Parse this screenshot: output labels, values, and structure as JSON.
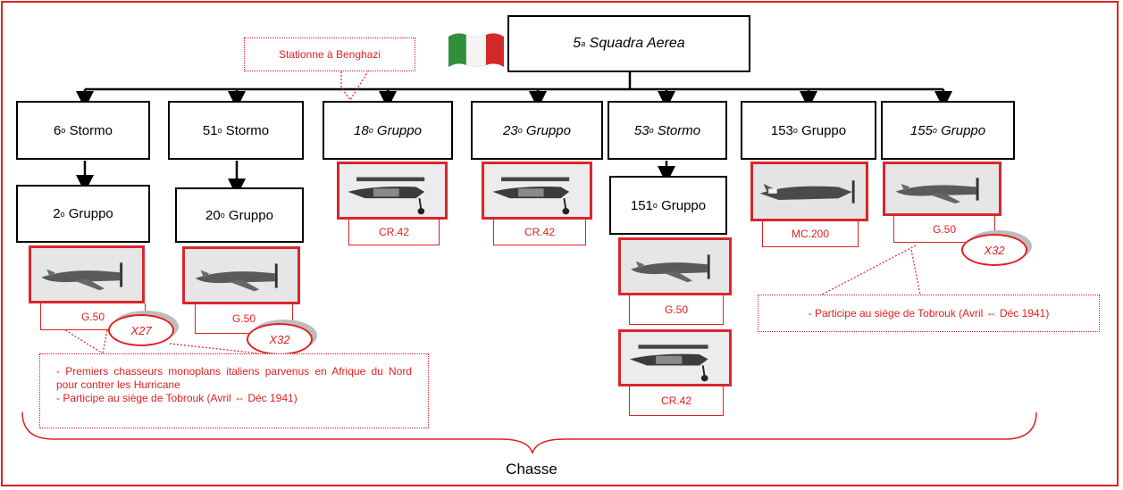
{
  "colors": {
    "accent": "#e02020",
    "photo_border": "#d9262e",
    "flag_green": "#2f8f3a",
    "flag_red": "#d22a2a"
  },
  "hq": {
    "title": "Squadra  Aerea",
    "num": "5",
    "sup": "a"
  },
  "flag_icon": "italian-flag-icon",
  "stationed_note": "Stationne à Benghazi",
  "units": {
    "u6": {
      "num": "6",
      "sup": "o",
      "name": "Stormo"
    },
    "u51": {
      "num": "51",
      "sup": "o",
      "name": "Stormo"
    },
    "u18": {
      "num": "18",
      "sup": "o",
      "name": "Gruppo"
    },
    "u23": {
      "num": "23",
      "sup": "o",
      "name": "Gruppo"
    },
    "u53": {
      "num": "53",
      "sup": "o",
      "name": "Stormo"
    },
    "u153": {
      "num": "153",
      "sup": "o",
      "name": "Gruppo"
    },
    "u155": {
      "num": "155",
      "sup": "o",
      "name": "Gruppo"
    },
    "u2": {
      "num": "2",
      "sup": "o",
      "name": "Gruppo"
    },
    "u20": {
      "num": "20",
      "sup": "o",
      "name": "Gruppo"
    },
    "u151": {
      "num": "151",
      "sup": "o",
      "name": "Gruppo"
    }
  },
  "aircraft": {
    "a2": {
      "label": "G.50",
      "count": "X27"
    },
    "a20": {
      "label": "G.50",
      "count": "X32"
    },
    "a18": {
      "label": "CR.42"
    },
    "a23": {
      "label": "CR.42"
    },
    "a153": {
      "label": "MC.200"
    },
    "a155": {
      "label": "G.50",
      "count": "X32"
    },
    "a151a": {
      "label": "G.50"
    },
    "a151b": {
      "label": "CR.42"
    }
  },
  "notes": {
    "left_line1": "- Premiers chasseurs monoplans italiens parvenus en Afrique du Nord pour contrer les Hurricane",
    "left_line2": "- Participe au siège de Tobrouk (Avril ⇔ Déc 1941)",
    "right_line": "- Participe au siège de Tobrouk (Avril ⇔ Déc 1941)"
  },
  "footer": {
    "chasse": "Chasse"
  }
}
